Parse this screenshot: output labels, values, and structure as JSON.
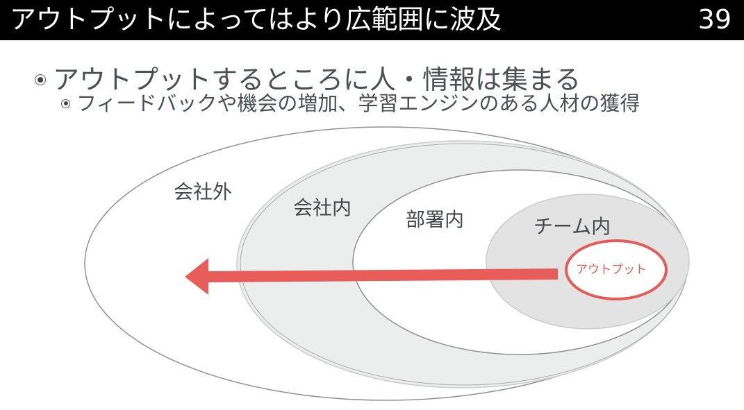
{
  "header": {
    "title": "アウトプットによってはより広範囲に波及",
    "page_number": "39"
  },
  "bullets": [
    {
      "level": 1,
      "icon": "radio-bullet-icon",
      "text": "アウトプットするところに人・情報は集まる"
    },
    {
      "level": 2,
      "icon": "radio-bullet-icon",
      "text": "フィードバックや機会の増加、学習エンジンのある人材の獲得"
    }
  ],
  "diagram": {
    "rings": [
      {
        "label": "会社外",
        "fill": "#ffffff",
        "stroke": "#8f9192"
      },
      {
        "label": "会社内",
        "fill": "#eceded",
        "stroke": "#c9cbcc"
      },
      {
        "label": "部署内",
        "fill": "#ffffff",
        "stroke": "#8f9192"
      },
      {
        "label": "チーム内",
        "fill": "#e3e3e3",
        "stroke": "#c9cbcc"
      }
    ],
    "center": {
      "label": "アウトプット",
      "stroke": "#e65a57",
      "text_color": "#e25a57"
    },
    "arrow": {
      "direction": "left",
      "color": "#e85d5a"
    }
  },
  "colors": {
    "title_bg": "#000000",
    "title_fg": "#ffffff",
    "body_text": "#4a4f52",
    "accent": "#e85d5a"
  }
}
